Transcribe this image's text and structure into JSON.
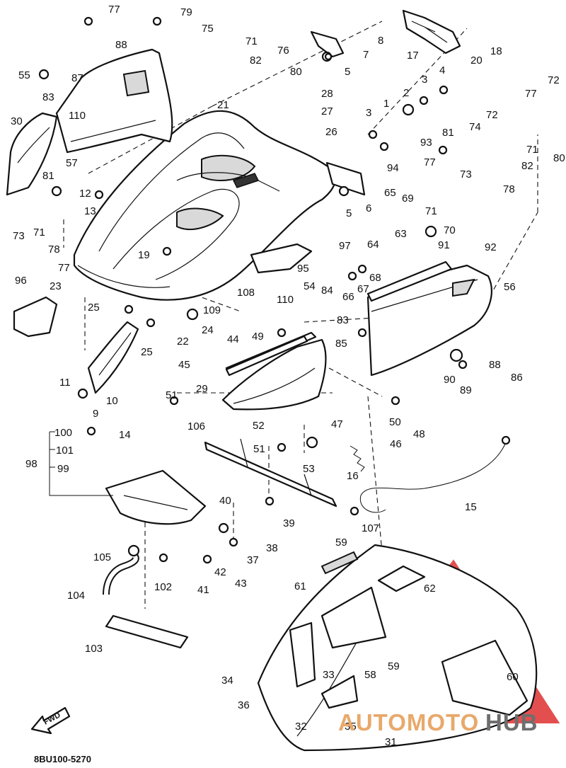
{
  "diagram": {
    "code": "8BU100-5270",
    "fwd_label": "FWD",
    "callouts": [
      "77",
      "79",
      "75",
      "71",
      "82",
      "76",
      "80",
      "88",
      "87",
      "55",
      "83",
      "30",
      "110",
      "57",
      "81",
      "73",
      "71",
      "78",
      "77",
      "12",
      "13",
      "5",
      "7",
      "8",
      "17",
      "20",
      "18",
      "3",
      "4",
      "2",
      "1",
      "72",
      "77",
      "71",
      "80",
      "21",
      "28",
      "27",
      "26",
      "3",
      "93",
      "94",
      "81",
      "74",
      "77",
      "72",
      "73",
      "82",
      "5",
      "6",
      "65",
      "69",
      "78",
      "71",
      "19",
      "97",
      "95",
      "96",
      "23",
      "25",
      "63",
      "70",
      "64",
      "68",
      "66",
      "67",
      "91",
      "92",
      "56",
      "108",
      "110",
      "54",
      "84",
      "109",
      "24",
      "22",
      "25",
      "83",
      "49",
      "85",
      "11",
      "10",
      "9",
      "44",
      "45",
      "88",
      "86",
      "90",
      "89",
      "29",
      "51",
      "14",
      "47",
      "50",
      "46",
      "48",
      "100",
      "101",
      "99",
      "98",
      "106",
      "52",
      "51",
      "53",
      "16",
      "15",
      "40",
      "39",
      "107",
      "38",
      "37",
      "105",
      "102",
      "104",
      "42",
      "41",
      "43",
      "103",
      "59",
      "62",
      "61",
      "58",
      "59",
      "34",
      "33",
      "36",
      "60",
      "35",
      "32",
      "31"
    ]
  },
  "watermark": {
    "part_a": "AUTOMOTO",
    "part_b": "HUB",
    "color_a": "#e8a96b",
    "color_b": "#6e6e6e",
    "logo_color": "#e03c3c"
  },
  "colors": {
    "ink": "#111111",
    "paper": "#ffffff"
  }
}
